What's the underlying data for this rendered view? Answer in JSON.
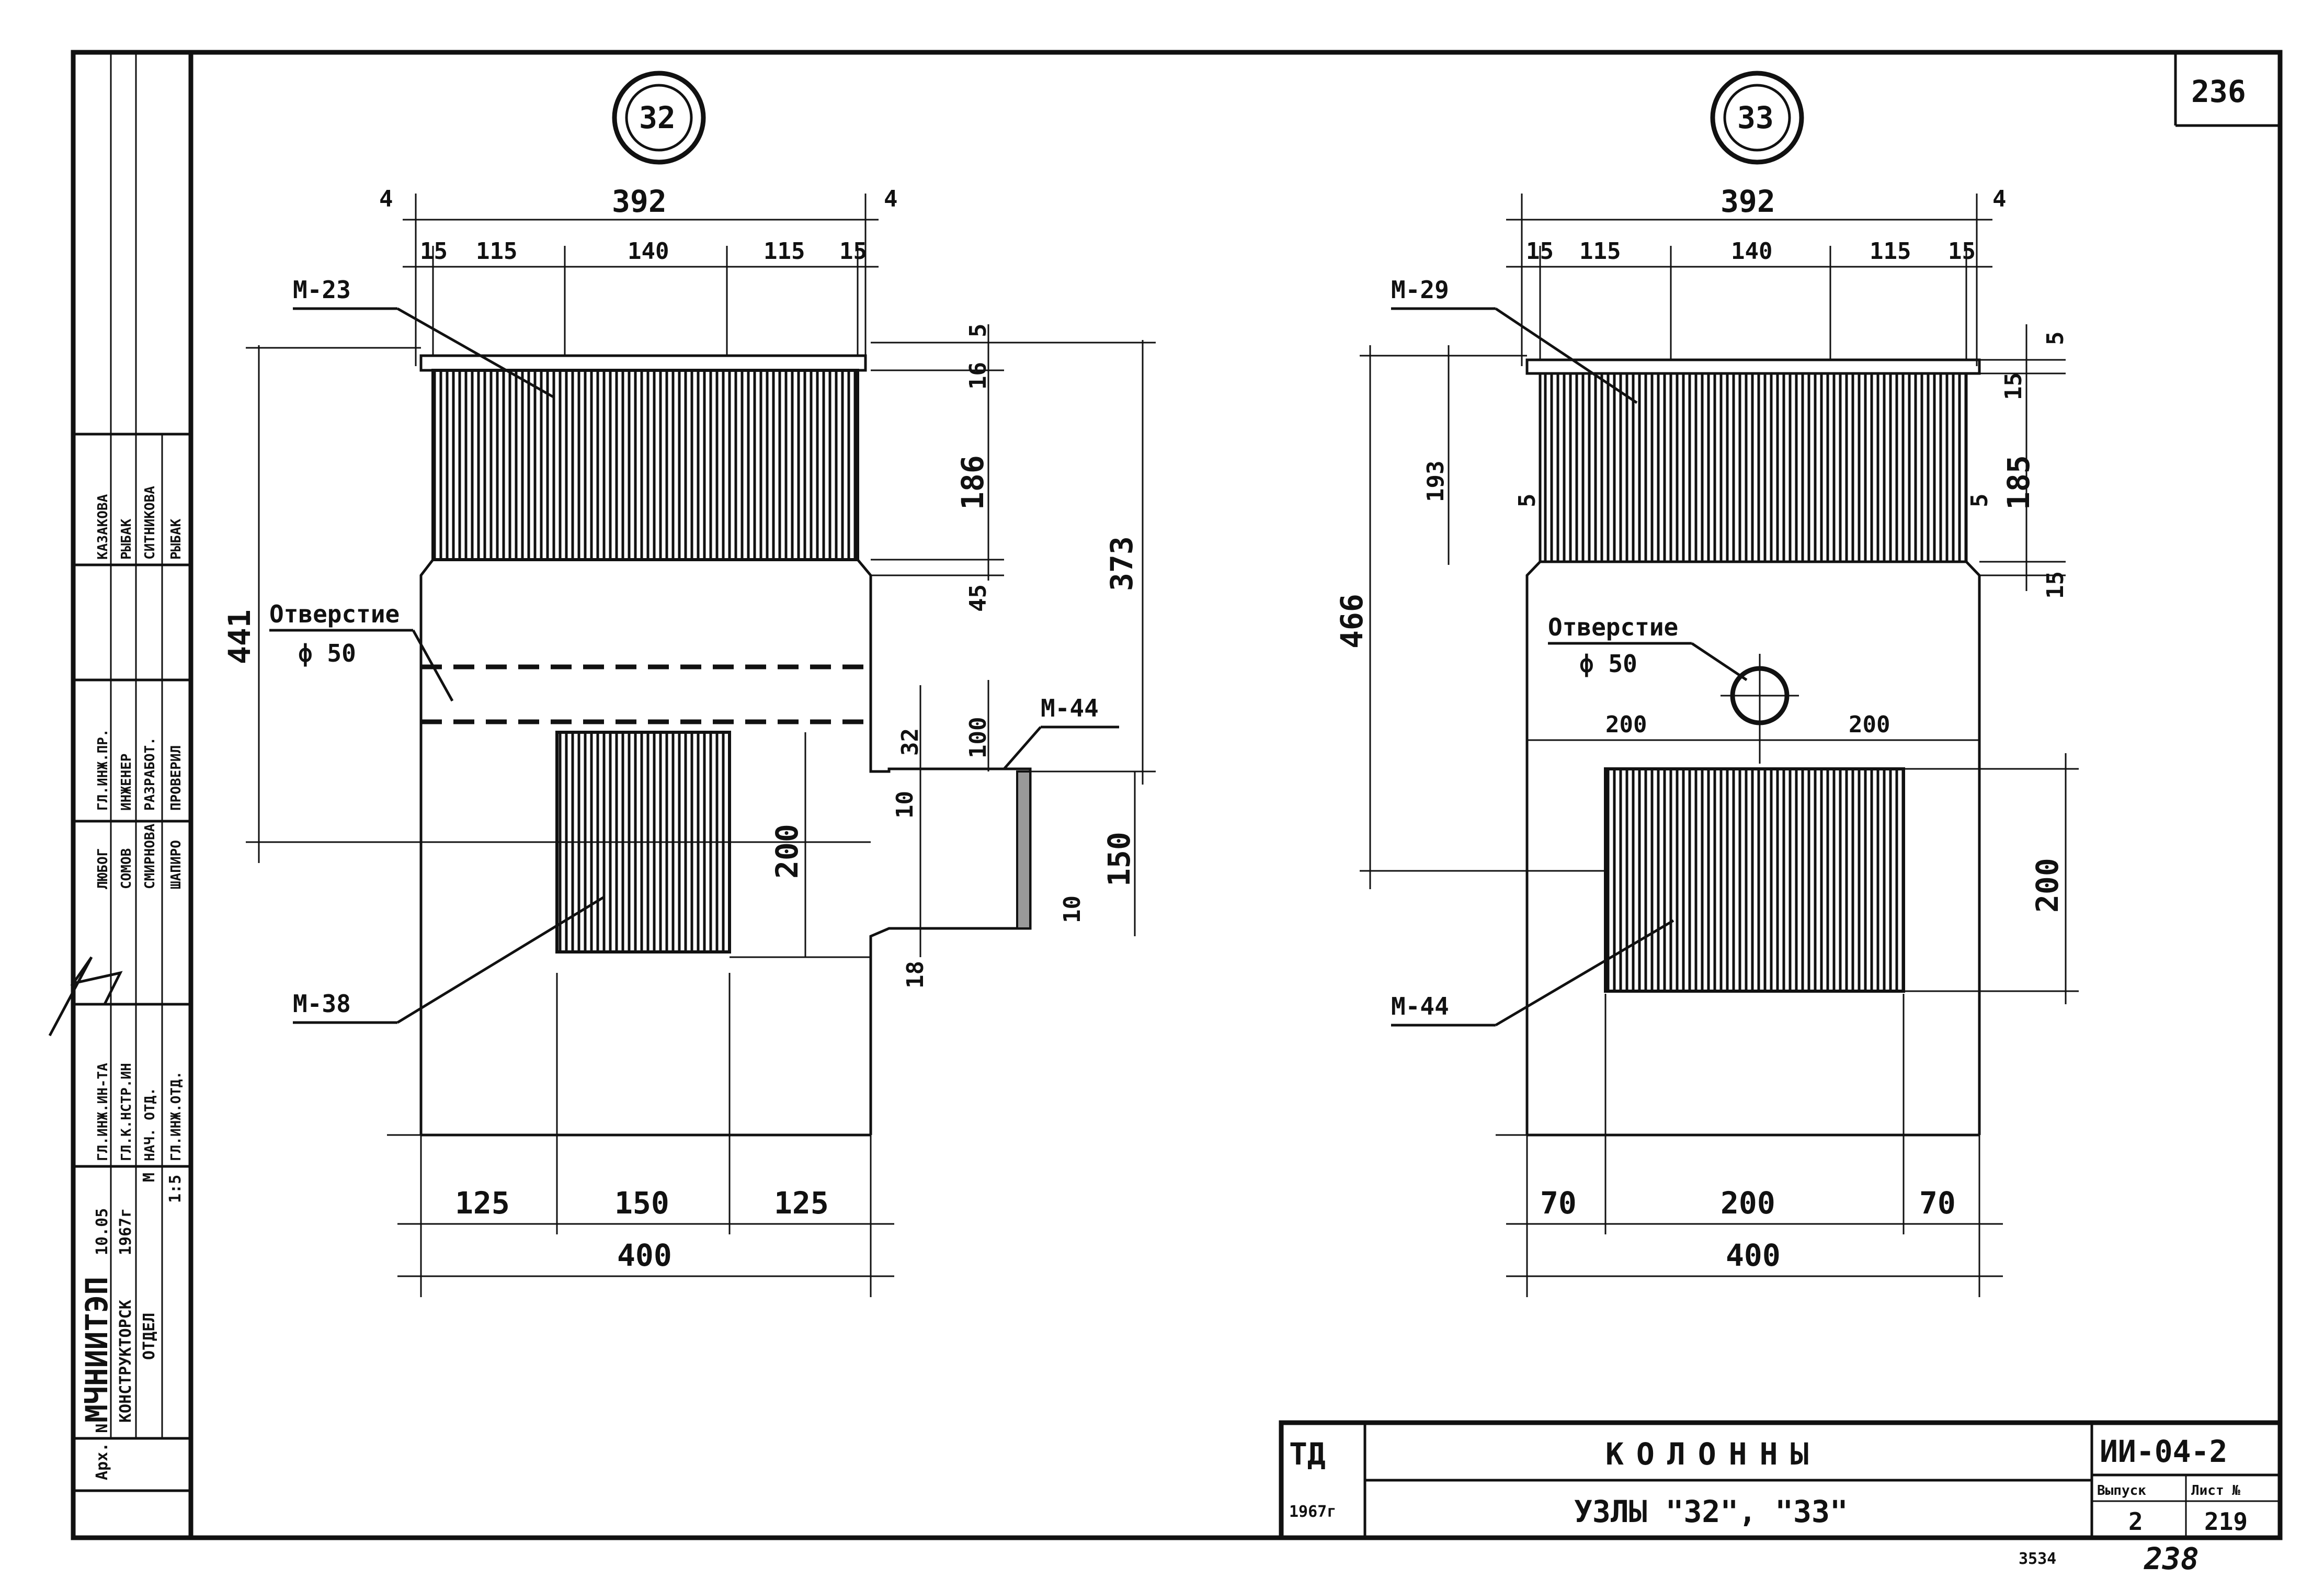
{
  "page_number": "236",
  "stamp": {
    "org": "МЧНИИТЭП",
    "dept_1": "КОНСТРУКТОРСК",
    "dept_2": "ОТДЕЛ",
    "arch": "Арх. N",
    "date_1": "10.05",
    "date_2": "1967г",
    "scale_label": "М",
    "scale": "1:5",
    "roles": [
      "ГЛ.ИНЖ.ИН-ТА",
      "ГЛ.К.НСТР.ИН",
      "НАЧ. ОТД.",
      "ГЛ.ИНЖ.ОТД."
    ],
    "names_a": [
      "ЛЮБОГ",
      "СОМОВ",
      "СМИРНОВА",
      "ШАПИРО"
    ],
    "roles_b": [
      "ГЛ.ИНЖ.ПР.",
      "ИНЖЕНЕР",
      "РАЗРАБОТ.",
      "ПРОВЕРИЛ"
    ],
    "names_b": [
      "КАЗАКОВА",
      "РЫБАК",
      "СИТНИКОВА",
      "РЫБАК"
    ]
  },
  "node_32": {
    "marker": "32",
    "dim_top": "392",
    "dim_left_4": "4",
    "dim_right_4": "4",
    "dims_row": [
      "15",
      "115",
      "140",
      "115",
      "15"
    ],
    "label_m23": "М-23",
    "label_m38": "М-38",
    "label_m44": "М-44",
    "hole_label": "Отверстие",
    "hole_dia": "ф 50",
    "dim_441": "441",
    "dim_373": "373",
    "dim_5": "5",
    "dim_16": "16",
    "dim_186": "186",
    "dim_45": "45",
    "dim_200": "200",
    "dim_100": "100",
    "dim_32": "32",
    "dim_10a": "10",
    "dim_150": "150",
    "dim_10b": "10",
    "dim_18": "18",
    "dims_bottom": [
      "125",
      "150",
      "125"
    ],
    "dim_bottom_total": "400"
  },
  "node_33": {
    "marker": "33",
    "dim_top": "392",
    "dim_right_4": "4",
    "dims_row": [
      "15",
      "115",
      "140",
      "115",
      "15"
    ],
    "label_m29": "М-29",
    "label_m44": "М-44",
    "hole_label": "Отверстие",
    "hole_dia": "ф 50",
    "dim_193": "193",
    "dim_466": "466",
    "dim_5_left": "5",
    "dim_5_right": "5",
    "dim_5_top": "5",
    "dim_15a": "15",
    "dim_185": "185",
    "dim_15b": "15",
    "dim_200_left": "200",
    "dim_200_right": "200",
    "dim_200_vert": "200",
    "dims_bottom": [
      "70",
      "200",
      "70"
    ],
    "dim_bottom_total": "400"
  },
  "title_block": {
    "code_left": "ТД",
    "year": "1967г",
    "title": "КОЛОННЫ",
    "subtitle": "УЗЛЫ \"32\", \"33\"",
    "series": "ИИ-04-2",
    "issue_label": "Выпуск",
    "sheet_label": "Лист №",
    "issue": "2",
    "sheet": "219"
  },
  "footer_left": "3534",
  "footer_right": "238"
}
